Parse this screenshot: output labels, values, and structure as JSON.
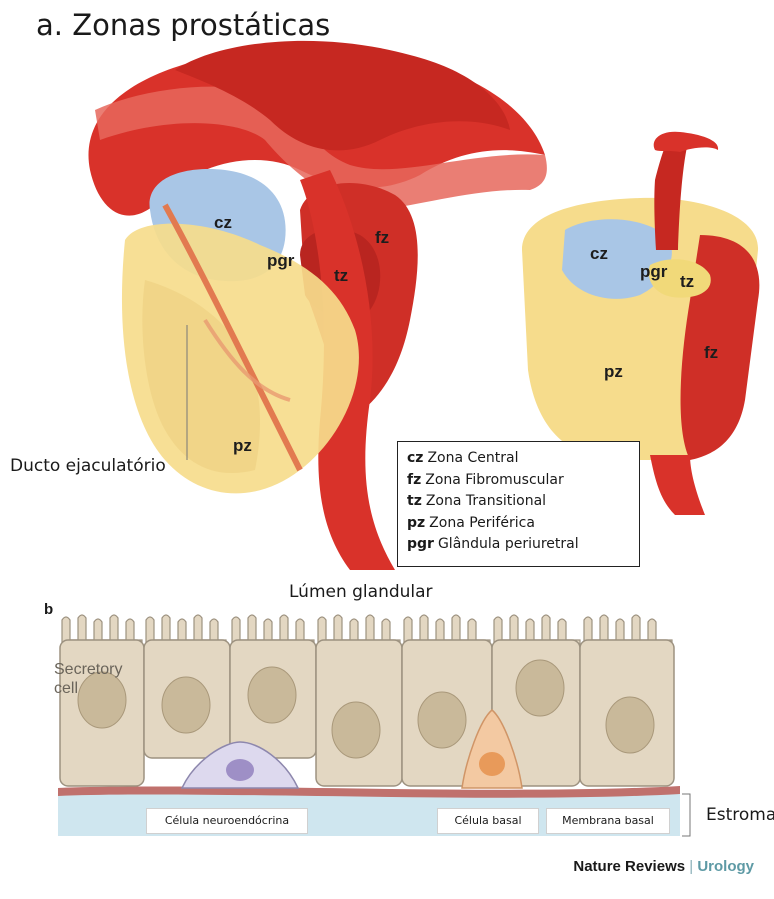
{
  "title": "a. Zonas prostáticas",
  "zones_main": {
    "cz": "cz",
    "pgr": "pgr",
    "tz": "tz",
    "fz": "fz",
    "pz": "pz"
  },
  "zones_section": {
    "cz": "cz",
    "pgr": "pgr",
    "tz": "tz",
    "fz": "fz",
    "pz": "pz"
  },
  "ducto_label": "Ducto ejaculatório",
  "legend": [
    {
      "abbr": "cz",
      "text": "Zona Central"
    },
    {
      "abbr": "fz",
      "text": "Zona Fibromuscular"
    },
    {
      "abbr": "tz",
      "text": "Zona Transitional"
    },
    {
      "abbr": "pz",
      "text": "Zona Periférica"
    },
    {
      "abbr": "pgr",
      "text": "Glândula periuretral"
    }
  ],
  "panel_b": {
    "label": "b",
    "lumen": "Lúmen glandular",
    "secretory_cell": "Secretory cell",
    "neuroendocrine": "Célula neuroendócrina",
    "basal_cell": "Célula basal",
    "basal_membrane": "Membrana basal",
    "stroma": "Estroma"
  },
  "credit": {
    "journal": "Nature Reviews",
    "separator": "|",
    "section": "Urology"
  },
  "colors": {
    "red": "#d9322a",
    "red_dark": "#b82420",
    "yellow": "#f6dc8c",
    "blue": "#a9c6e6",
    "cell": "#e3d7c2",
    "nucleus": "#c9b99a",
    "stroma": "#cfe6ef",
    "membrane": "#c0716d"
  }
}
